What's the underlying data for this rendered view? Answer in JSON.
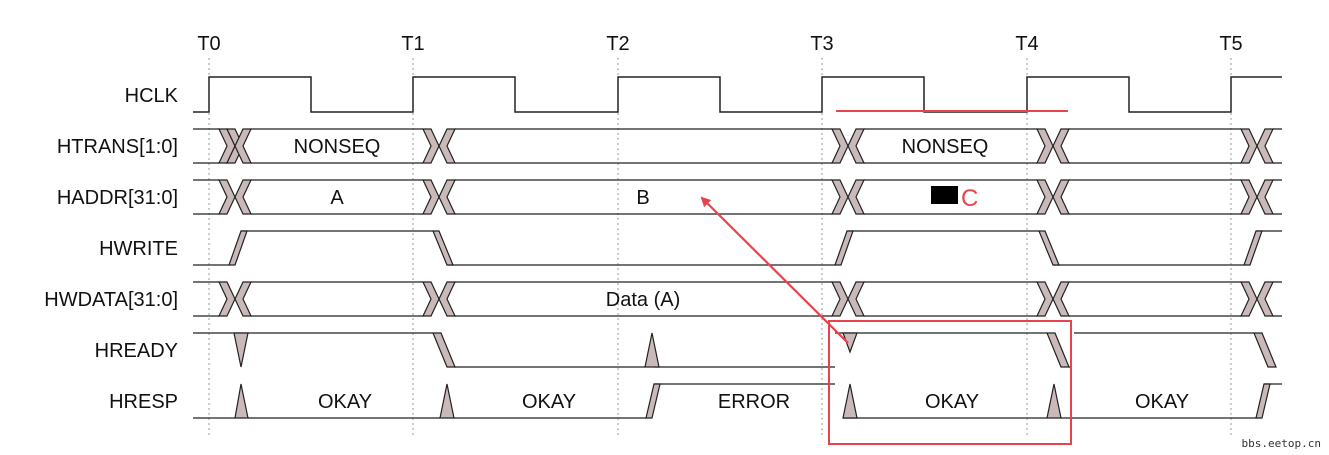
{
  "time_markers": [
    "T0",
    "T1",
    "T2",
    "T3",
    "T4",
    "T5"
  ],
  "signals": [
    {
      "id": "hclk",
      "name": "HCLK"
    },
    {
      "id": "htrans",
      "name": "HTRANS[1:0]"
    },
    {
      "id": "haddr",
      "name": "HADDR[31:0]"
    },
    {
      "id": "hwrite",
      "name": "HWRITE"
    },
    {
      "id": "hwdata",
      "name": "HWDATA[31:0]"
    },
    {
      "id": "hready",
      "name": "HREADY"
    },
    {
      "id": "hresp",
      "name": "HRESP"
    }
  ],
  "bus_values": {
    "htrans": [
      "NONSEQ",
      "",
      "NONSEQ",
      ""
    ],
    "haddr": [
      "A",
      "B",
      "C",
      ""
    ],
    "hwdata": [
      "Data (A)",
      "",
      ""
    ],
    "hresp": [
      "OKAY",
      "OKAY",
      "ERROR",
      "OKAY",
      "OKAY"
    ]
  },
  "colors": {
    "line": "#222222",
    "grid": "#9a9a9a",
    "transition_fill": "#c9b9b9",
    "annotation": "#e8434c",
    "redaction": "#000000"
  },
  "watermark": "bbs.eetop.cn"
}
